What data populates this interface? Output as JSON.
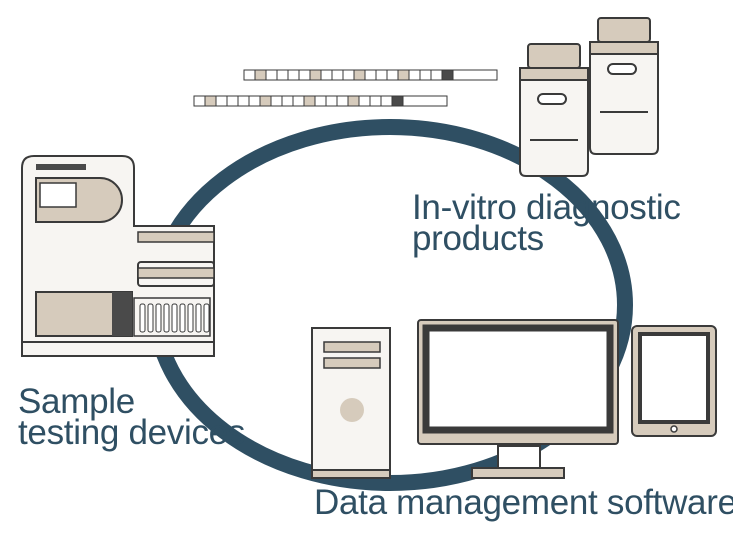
{
  "labels": {
    "ivd": [
      "In-vitro diagnostic",
      "products"
    ],
    "sample": [
      "Sample",
      "testing devices"
    ],
    "data": "Data management software"
  },
  "colors": {
    "ring": "#2f4f63",
    "outline": "#3a3a3a",
    "beige": "#d6cbbc",
    "dark_block": "#4a4a4a",
    "background": "#ffffff"
  },
  "icons": [
    "test-strip-icon",
    "reagent-bottle-icon",
    "lab-analyzer-icon",
    "desktop-tower-icon",
    "monitor-icon",
    "tablet-icon"
  ]
}
